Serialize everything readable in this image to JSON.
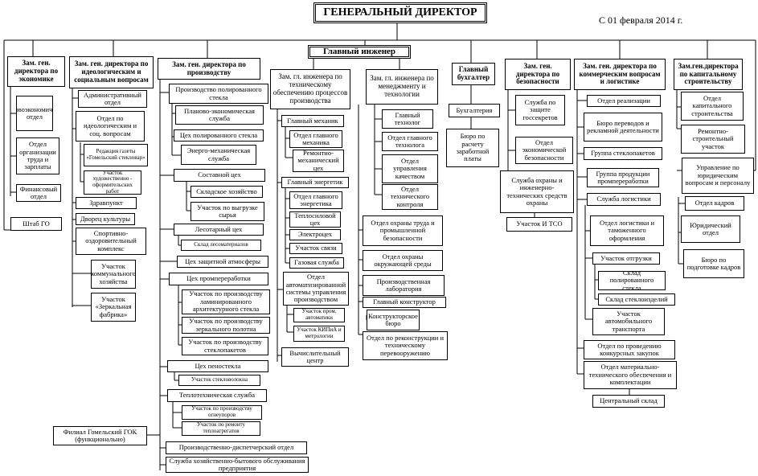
{
  "director": "ГЕНЕРАЛЬНЫЙ ДИРЕКТОР",
  "date": "С 01 февраля 2014 г.",
  "chief_engineer": "Главный инженер",
  "economics": {
    "head": "Зам. ген. директора по экономике",
    "items": [
      "Плановоэкономический отдел",
      "Отдел организации труда и зарплаты",
      "Финансовый отдел"
    ]
  },
  "hq_go": "Штаб ГО",
  "ideology": {
    "head": "Зам. ген. директора по идеологическим и социальным вопросам",
    "admin": "Административный отдел",
    "ideology_dept": "Отдел по идеологическим и соц. вопросам",
    "newspaper": "Редакция газеты «Гомельский стекловар»",
    "art_section": "Участок художественно - оформительских работ",
    "items": [
      "Здравпункт",
      "Дворец культуры",
      "Спортивно-оздоровительный комплекс",
      "Участок коммунального хозяйства",
      "Участок «Зеркальная фабрика»"
    ]
  },
  "production": {
    "head": "Зам. ген. директора по производству",
    "polished": "Производство полированного стекла",
    "polished_items": [
      "Планово-экономическая служба",
      "Цех полированного стекла",
      "Энерго-механическая служба"
    ],
    "batch": "Составной цех",
    "batch_items": [
      "Складское хозяйство",
      "Участок по выгрузке сырья"
    ],
    "forest": "Лесотарный цех",
    "forest_sub": "Склад лесоматериалов",
    "protective": "Цех защитной атмосферы",
    "processing": "Цех промпереработки",
    "processing_items": [
      "Участок по производству ламинированного архитектурного стекла",
      "Участок по производству зеркального полотна",
      "Участок по производству стеклопакетов"
    ],
    "foam": "Цех пеностекла",
    "foam_sub": "Участок стекловолокна",
    "thermal": "Теплотехническая служба",
    "thermal_items": [
      "Участок по производству огнеупоров",
      "Участок по ремонту теплоагрегатов"
    ],
    "dispatch": "Производственно-диспетчерский отдел",
    "household": "Служба хозяйственно-бытового обслуживания предприятия"
  },
  "branch": "Филиал Гомельский ГОК (функционально)",
  "tech_support": {
    "head": "Зам. гл. инженера по техническому обеспечению процессов производства",
    "mech": "Главный механик",
    "mech_items": [
      "Отдел главного механика",
      "Ремонтно-механический цех"
    ],
    "energy": "Главный энергетик",
    "energy_items": [
      "Отдел главного энергетика",
      "Теплосиловой цех",
      "Электроцех",
      "Участок связи",
      "Газовая служба"
    ],
    "automation": "Отдел автоматизированной системы управления производством",
    "automation_items": [
      "Участок пром. автоматики",
      "Участок КИПиА и метрологии"
    ],
    "computing": "Вычислительный центр"
  },
  "management": {
    "head": "Зам. гл. инженера по менеджменту и технологии",
    "items": [
      "Главный технолог",
      "Отдел главного технолога",
      "Отдел управления качеством",
      "Отдел технического контроля"
    ],
    "right_items": [
      "Отдел охраны труда и промышленной безопасности",
      "Отдел охраны окружающей среды",
      "Производственная лаборатория",
      "Главный конструктор",
      "Конструкторское бюро",
      "Отдел по реконструкции и техническому перевооружению"
    ]
  },
  "accountant": {
    "head": "Главный бухгалтер",
    "items": [
      "Бухгалтерия",
      "Бюро по расчету заработной платы"
    ]
  },
  "security": {
    "head": "Зам. ген. директора по безопасности",
    "items": [
      "Служба по защите госсекретов",
      "Отдел экономической безопасности",
      "Служба охраны и инженерно-технических средств охраны",
      "Участок И ТСО"
    ]
  },
  "commercial": {
    "head": "Зам. ген. директора по коммерческим вопросам и логистике",
    "items": [
      "Отдел реализации",
      "Бюро переводов и рекламной деятельности",
      "Группа стеклопакетов",
      "Группа продукции промпереработки"
    ],
    "logistics": "Служба логистики",
    "logistics_items": [
      "Отдел логистики и таможенного оформления",
      "Участок отгрузки",
      "Склад полированного стекла",
      "Склад стеклоизделий",
      "Участок автомобильного транспорта"
    ],
    "tenders": "Отдел по проведению конкурсных закупок",
    "supply": "Отдел материально-технического обеспечения и комплектации",
    "warehouse": "Центральный склад"
  },
  "construction": {
    "head": "Зам.ген.директора по капитальному строительству",
    "items": [
      "Отдел капитального строительства",
      "Ремонтно-строительный участок"
    ],
    "legal": "Управление по юридическим вопросам и персоналу",
    "legal_items": [
      "Отдел кадров",
      "Юридический отдел",
      "Бюро по подготовке кадров"
    ]
  }
}
